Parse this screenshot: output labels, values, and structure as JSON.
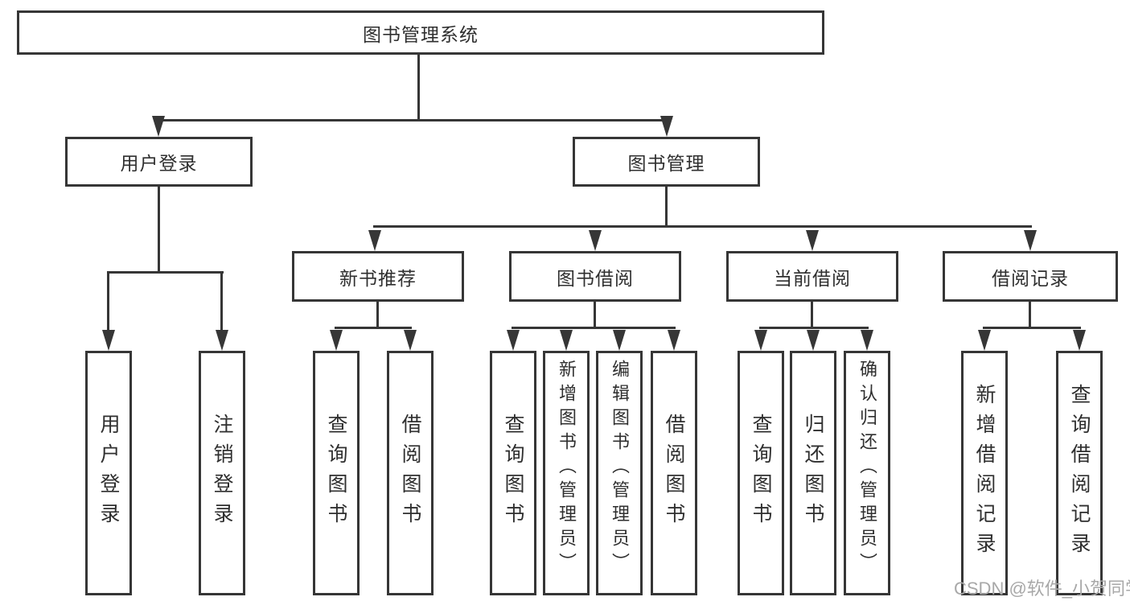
{
  "diagram": {
    "root": {
      "label": "图书管理系统"
    },
    "branches": [
      {
        "label": "用户登录",
        "children": [
          {
            "label": "用户登录"
          },
          {
            "label": "注销登录"
          }
        ]
      },
      {
        "label": "图书管理",
        "children": [
          {
            "label": "新书推荐",
            "children": [
              {
                "label": "查询图书"
              },
              {
                "label": "借阅图书"
              }
            ]
          },
          {
            "label": "图书借阅",
            "children": [
              {
                "label": "查询图书"
              },
              {
                "label": "新增图书（管理员）"
              },
              {
                "label": "编辑图书（管理员）"
              },
              {
                "label": "借阅图书"
              }
            ]
          },
          {
            "label": "当前借阅",
            "children": [
              {
                "label": "查询图书"
              },
              {
                "label": "归还图书"
              },
              {
                "label": "确认归还（管理员）"
              }
            ]
          },
          {
            "label": "借阅记录",
            "children": [
              {
                "label": "新增借阅记录"
              },
              {
                "label": "查询借阅记录"
              }
            ]
          }
        ]
      }
    ]
  },
  "watermark": {
    "text": "CSDN @软件_小贺同学"
  },
  "colors": {
    "line": "#363636",
    "text": "#2f2f2f",
    "watermark": "#a8a8a8",
    "background": "#ffffff"
  }
}
